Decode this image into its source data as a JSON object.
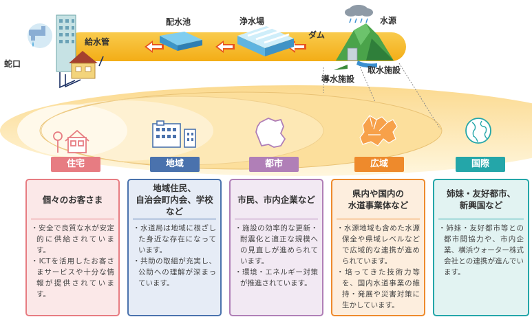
{
  "pipeline": {
    "faucet_label": "蛇口",
    "supply_pipe_label": "給水管",
    "reservoir_label": "配水池",
    "purification_label": "浄水場",
    "dam_label": "ダム",
    "source_label": "水源",
    "intake_label": "取水施設",
    "conveyance_label": "導水施設"
  },
  "levels": [
    {
      "badge": "住宅",
      "title": "個々のお客さま",
      "bullets": [
        "・安全で良質な水が安定的に供給されています。",
        "・ICTを活用したお客さまサービスや十分な情報が提供されています。"
      ]
    },
    {
      "badge": "地域",
      "title": "地域住民、\n自治会町内会、学校など",
      "bullets": [
        "・水道局は地域に根ざした身近な存在になっています。",
        "・共助の取組が充実し、公助への理解が深まっています。"
      ]
    },
    {
      "badge": "都市",
      "title": "市民、市内企業など",
      "bullets": [
        "・施設の効率的な更新・耐震化と適正な規模への見直しが進められています。",
        "・環境・エネルギー対策が推進されています。"
      ]
    },
    {
      "badge": "広域",
      "title": "県内や国内の\n水道事業体など",
      "bullets": [
        "・水源地域も含めた水源保全や県域レベルなどで広域的な連携が進められています。",
        "・培ってきた技術力等を、国内水道事業の維持・発展や災害対策に生かしています。"
      ]
    },
    {
      "badge": "国際",
      "title": "姉妹・友好都市、\n新興国など",
      "bullets": [
        "・姉妹・友好都市等との都市間協力や、市内企業、横浜ウォーター株式会社との連携が進んでいます。"
      ]
    }
  ],
  "colors": {
    "pipe_band": "#f6b926",
    "arrow": "#e8541e",
    "house": "#e77c82",
    "region": "#4a72ad",
    "city": "#b07fb7",
    "wide": "#ee8a2c",
    "intl": "#24a6a9",
    "house_bg": "#fbe8e8",
    "region_bg": "#e6ecf6",
    "city_bg": "#f2e9f3",
    "wide_bg": "#fdeede",
    "intl_bg": "#e2f3f2"
  }
}
